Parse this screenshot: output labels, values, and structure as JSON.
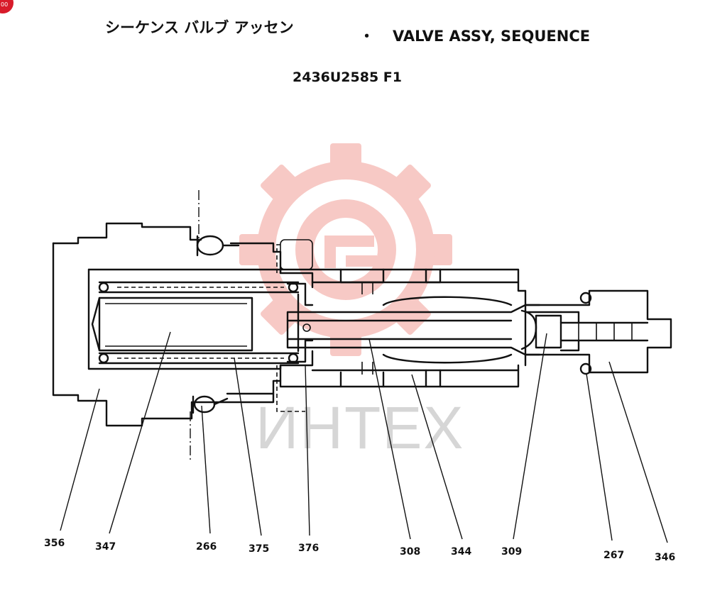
{
  "header": {
    "title_japanese": "シーケンス バルブ アッセン",
    "title_separator": "・",
    "title_english": "VALVE ASSY, SEQUENCE",
    "part_number": "2436U2585 F1"
  },
  "watermark": {
    "text": "ИНТЕХ",
    "color": "#f7c7c2"
  },
  "callouts": [
    {
      "id": "356"
    },
    {
      "id": "347"
    },
    {
      "id": "266"
    },
    {
      "id": "375"
    },
    {
      "id": "376"
    },
    {
      "id": "308"
    },
    {
      "id": "344"
    },
    {
      "id": "309"
    },
    {
      "id": "267"
    },
    {
      "id": "346"
    }
  ],
  "corner_badge": {
    "icon": "red-circle-badge-icon",
    "color": "#d81b2a"
  }
}
